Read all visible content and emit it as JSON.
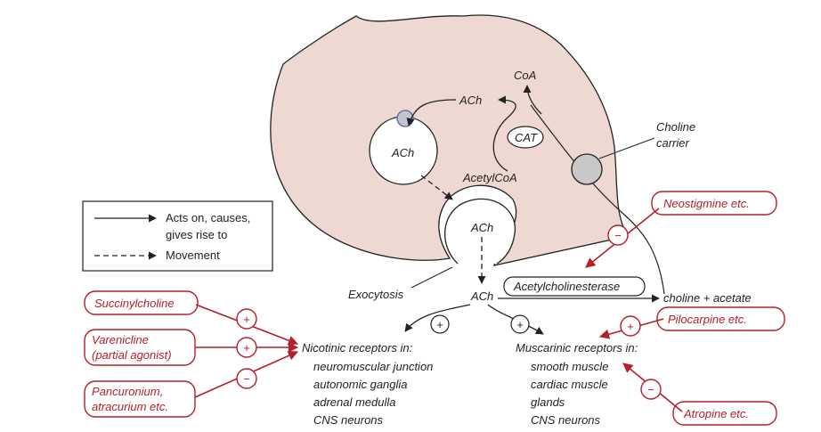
{
  "colors": {
    "terminal_fill": "#eed9d2",
    "drug_red": "#b3202a",
    "ink": "#222222",
    "transporter_fill": "#c8c8c8",
    "vesicle_dot_fill": "#c4c4cc",
    "vesicle_dot_stroke": "#5a66a8"
  },
  "labels": {
    "coa": "CoA",
    "ach_top": "ACh",
    "ach_vesicle": "ACh",
    "cat": "CAT",
    "acetylcoa": "AcetylCoA",
    "choline_carrier_line1": "Choline",
    "choline_carrier_line2": "carrier",
    "ach_exo": "ACh",
    "ach_cleft": "ACh",
    "exocytosis": "Exocytosis",
    "acetylcholinesterase": "Acetylcholinesterase",
    "products": "choline + acetate"
  },
  "legend": {
    "line1": "Acts on, causes,",
    "line2": "gives rise to",
    "line3": "Movement"
  },
  "drugs": {
    "neostigmine": "Neostigmine etc.",
    "pilocarpine": "Pilocarpine etc.",
    "atropine": "Atropine etc.",
    "succinylcholine": "Succinylcholine",
    "varenicline_1": "Varenicline",
    "varenicline_2": "(partial agonist)",
    "pancuronium_1": "Pancuronium,",
    "pancuronium_2": "atracurium etc."
  },
  "signs": {
    "plus": "+",
    "minus": "−"
  },
  "nicotinic": {
    "heading": "Nicotinic receptors in:",
    "items": [
      "neuromuscular junction",
      "autonomic ganglia",
      "adrenal medulla",
      "CNS neurons"
    ]
  },
  "muscarinic": {
    "heading": "Muscarinic receptors in:",
    "items": [
      "smooth muscle",
      "cardiac muscle",
      "glands",
      "CNS neurons"
    ]
  }
}
